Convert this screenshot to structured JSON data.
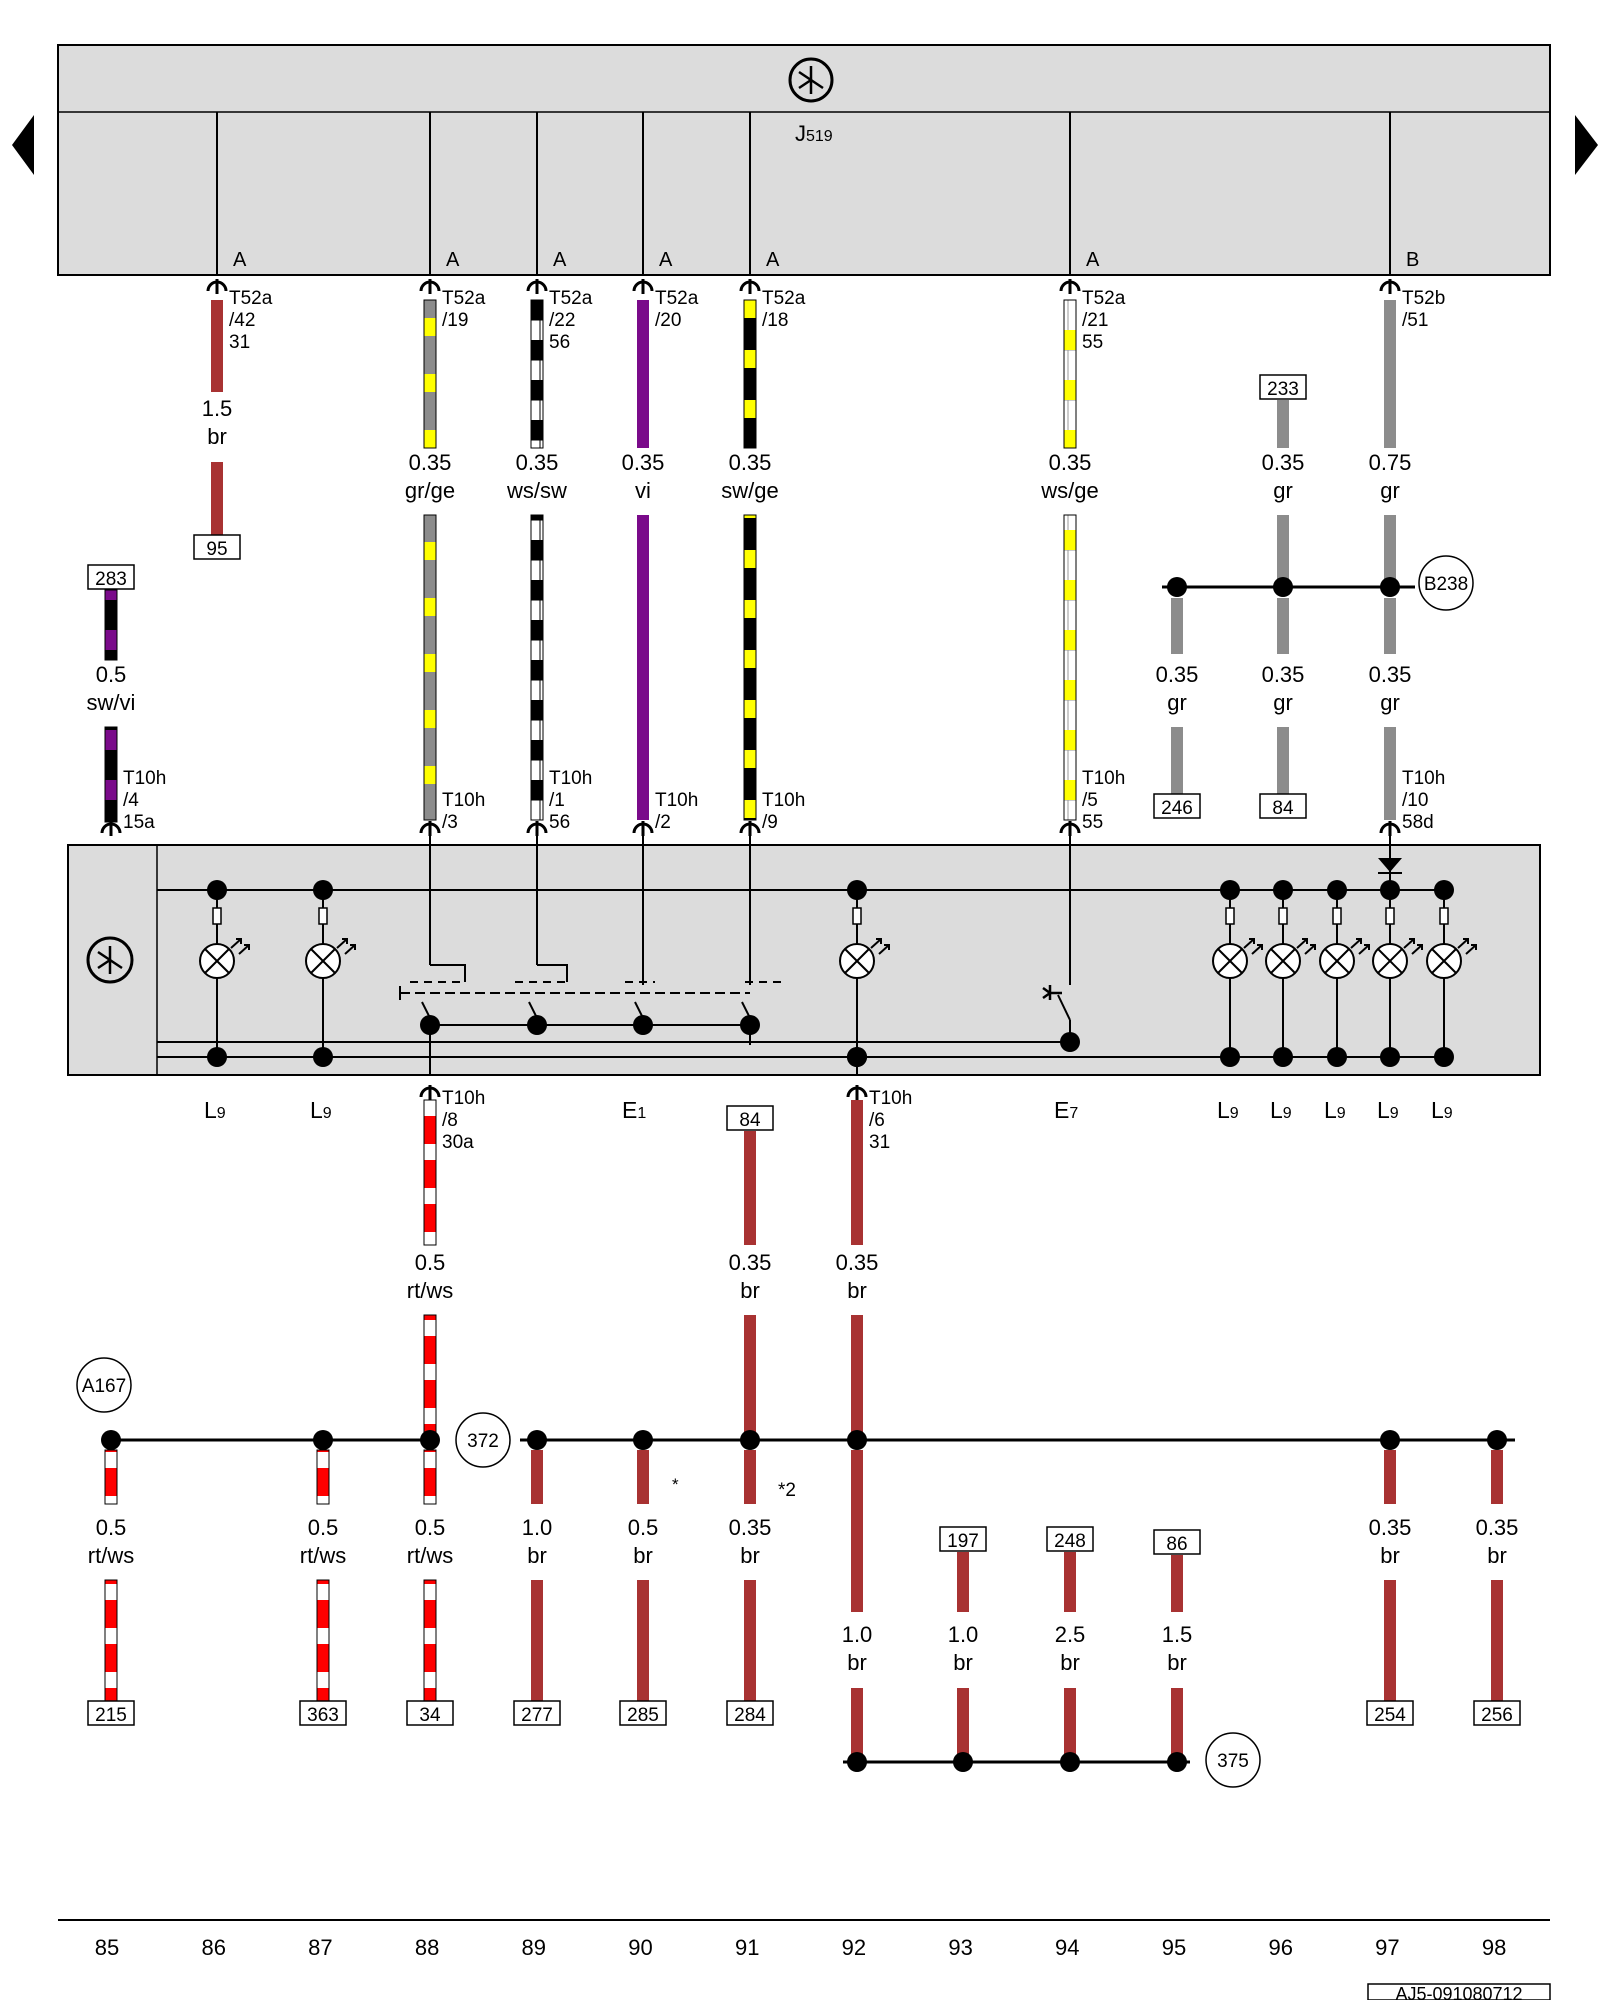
{
  "components": {
    "top_unit": "J519",
    "top_unit_main": "J",
    "top_unit_sub": "519",
    "switch_labels": [
      "L9",
      "L9",
      "E1",
      "E7",
      "L9",
      "L9",
      "L9",
      "L9",
      "L9"
    ]
  },
  "top_connectors": [
    {
      "pin": "A",
      "connector": "T52a",
      "contact": "/42",
      "extra": "31"
    },
    {
      "pin": "A",
      "connector": "T52a",
      "contact": "/19",
      "extra": ""
    },
    {
      "pin": "A",
      "connector": "T52a",
      "contact": "/22",
      "extra": "56"
    },
    {
      "pin": "A",
      "connector": "T52a",
      "contact": "/20",
      "extra": ""
    },
    {
      "pin": "A",
      "connector": "T52a",
      "contact": "/18",
      "extra": ""
    },
    {
      "pin": "A",
      "connector": "T52a",
      "contact": "/21",
      "extra": "55"
    },
    {
      "pin": "B",
      "connector": "T52b",
      "contact": "/51",
      "extra": ""
    }
  ],
  "switch_connectors": [
    {
      "connector": "T10h",
      "contact": "/4",
      "extra": "15a"
    },
    {
      "connector": "T10h",
      "contact": "/3",
      "extra": ""
    },
    {
      "connector": "T10h",
      "contact": "/1",
      "extra": "56"
    },
    {
      "connector": "T10h",
      "contact": "/2",
      "extra": ""
    },
    {
      "connector": "T10h",
      "contact": "/9",
      "extra": ""
    },
    {
      "connector": "T10h",
      "contact": "/5",
      "extra": "55"
    },
    {
      "connector": "T10h",
      "contact": "/10",
      "extra": "58d"
    },
    {
      "connector": "T10h",
      "contact": "/8",
      "extra": "30a"
    },
    {
      "connector": "T10h",
      "contact": "/6",
      "extra": "31"
    }
  ],
  "wires_upper": [
    {
      "size": "1.5",
      "color": "br"
    },
    {
      "size": "0.35",
      "color": "gr/ge"
    },
    {
      "size": "0.35",
      "color": "ws/sw"
    },
    {
      "size": "0.35",
      "color": "vi"
    },
    {
      "size": "0.35",
      "color": "sw/ge"
    },
    {
      "size": "0.35",
      "color": "ws/ge"
    },
    {
      "size": "0.35",
      "color": "gr"
    },
    {
      "size": "0.75",
      "color": "gr"
    },
    {
      "size": "0.5",
      "color": "sw/vi"
    },
    {
      "size": "0.35",
      "color": "gr"
    },
    {
      "size": "0.35",
      "color": "gr"
    },
    {
      "size": "0.35",
      "color": "gr"
    }
  ],
  "wires_lower": [
    {
      "size": "0.5",
      "color": "rt/ws"
    },
    {
      "size": "0.35",
      "color": "br"
    },
    {
      "size": "0.35",
      "color": "br"
    },
    {
      "size": "0.5",
      "color": "rt/ws"
    },
    {
      "size": "0.5",
      "color": "rt/ws"
    },
    {
      "size": "0.5",
      "color": "rt/ws"
    },
    {
      "size": "1.0",
      "color": "br"
    },
    {
      "size": "0.5",
      "color": "br"
    },
    {
      "size": "0.35",
      "color": "br"
    },
    {
      "size": "0.35",
      "color": "br"
    },
    {
      "size": "0.35",
      "color": "br"
    },
    {
      "size": "1.0",
      "color": "br"
    },
    {
      "size": "1.0",
      "color": "br"
    },
    {
      "size": "2.5",
      "color": "br"
    },
    {
      "size": "1.5",
      "color": "br"
    }
  ],
  "refs": {
    "r95": "95",
    "r283": "283",
    "r233": "233",
    "r246": "246",
    "r84a": "84",
    "r84b": "84",
    "r215": "215",
    "r363": "363",
    "r34": "34",
    "r277": "277",
    "r285": "285",
    "r284": "284",
    "r254": "254",
    "r256": "256",
    "r197": "197",
    "r248": "248",
    "r86": "86"
  },
  "junctions": {
    "b238": "B238",
    "a167": "A167",
    "j372": "372",
    "j375": "375"
  },
  "notes": {
    "star": "*",
    "star2": "*2"
  },
  "current_tracks": [
    "85",
    "86",
    "87",
    "88",
    "89",
    "90",
    "91",
    "92",
    "93",
    "94",
    "95",
    "96",
    "97",
    "98"
  ],
  "image_code": "AJ5-091080712",
  "colors": {
    "brown": "#a83232",
    "grey": "#8c8c8c",
    "yellow": "#ffff00",
    "violet": "#7a0a8a",
    "red": "#ff0000",
    "panel": "#dcdcdc"
  }
}
